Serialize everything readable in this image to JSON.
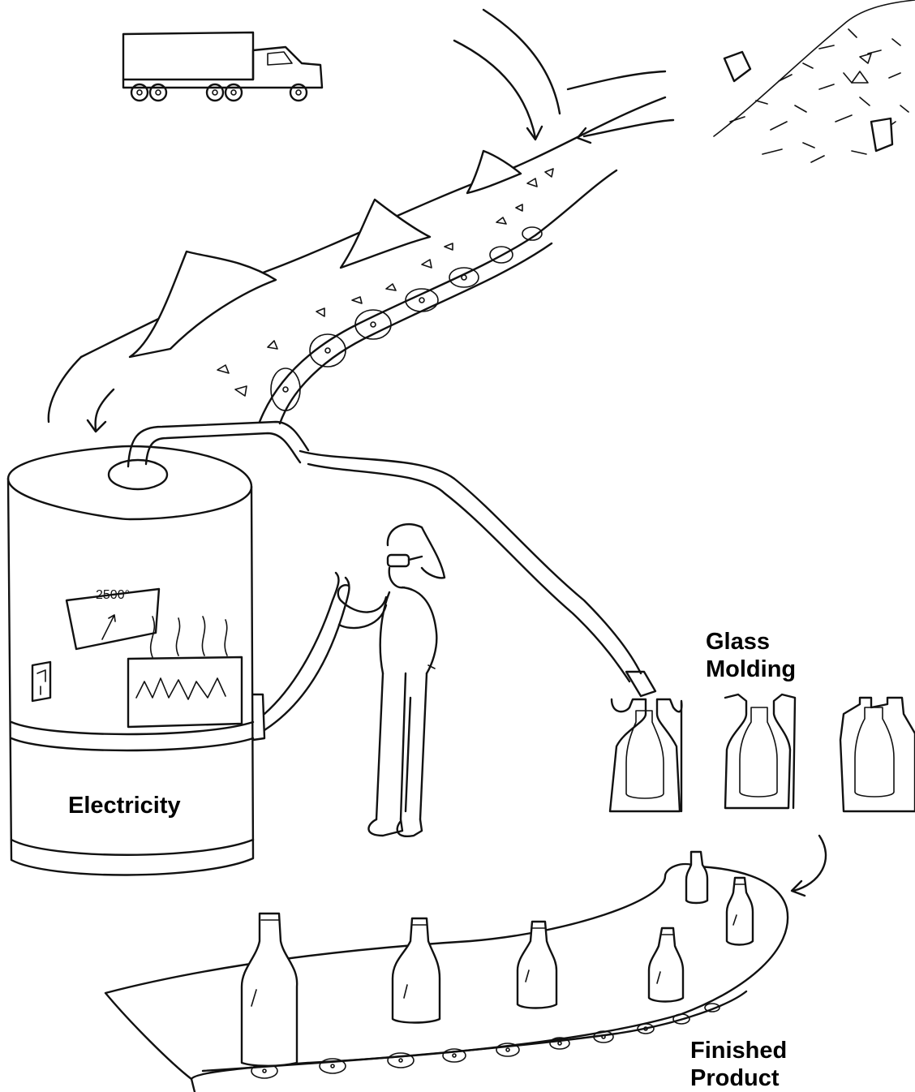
{
  "labels": {
    "glass_molding_line1": "Glass",
    "glass_molding_line2": "Molding",
    "electricity": "Electricity",
    "finished_product_line1": "Finished",
    "finished_product_line2": "Product",
    "gauge_reading": "2500°"
  },
  "colors": {
    "ink": "#111111",
    "background": "#ffffff"
  },
  "icons": [
    "truck-icon",
    "glass-pile-icon",
    "furnace-icon",
    "temperature-gauge-icon",
    "worker-figure",
    "bottle-mold-icon",
    "bottle-icon"
  ]
}
